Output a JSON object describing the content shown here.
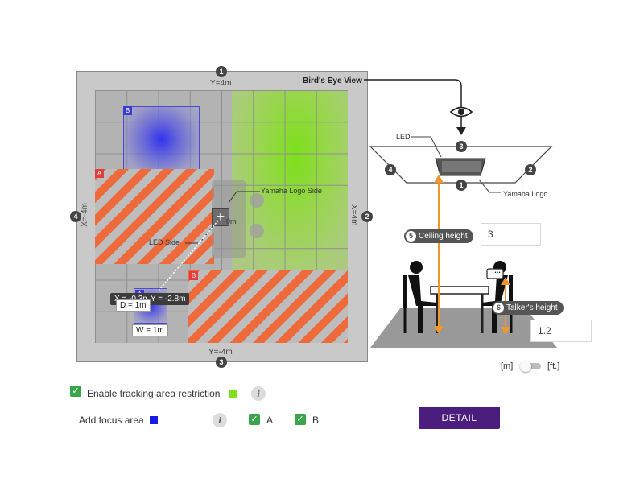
{
  "birds_eye": {
    "title": "Bird's Eye View",
    "top_dim": "Y=4m",
    "bottom_dim": "Y=-4m",
    "left_dim": "X=-4m",
    "right_dim": "X=4m",
    "badges": {
      "top": "1",
      "right": "2",
      "bottom": "3",
      "left": "4"
    },
    "yamaha_logo_side": "Yamaha Logo Side",
    "led_side": "LED Side",
    "device_distance": "0m",
    "areas": {
      "restriction_a_tag": "A",
      "restriction_b_tag": "B",
      "focus_b_tag": "B",
      "focus_a_tag": "A"
    },
    "tooltip": {
      "x": "X = -0.3m",
      "y": "Y = -2.8m",
      "d": "D = 1m",
      "w": "W = 1m"
    }
  },
  "side_view": {
    "led_label": "LED",
    "yamaha_logo_label": "Yamaha Logo",
    "badges": {
      "led": "3",
      "left": "4",
      "right": "2",
      "bottom": "1"
    },
    "ceiling_height": {
      "num": "5",
      "label": "Ceiling height",
      "value": "3"
    },
    "talkers_height": {
      "num": "6",
      "label": "Talker's height",
      "value": "1.2"
    },
    "bubble": "..."
  },
  "units": {
    "left": "[m]",
    "right": "[ft.]",
    "selected": "m"
  },
  "controls": {
    "enable_tracking": {
      "label": "Enable tracking area restriction",
      "checked": true
    },
    "add_focus": {
      "label": "Add focus area"
    },
    "focus_a": {
      "label": "A",
      "checked": true
    },
    "focus_b": {
      "label": "B",
      "checked": true
    },
    "info_icon": "i",
    "detail_button": "DETAIL"
  },
  "colors": {
    "tracking_swatch": "#7ee01a",
    "focus_swatch": "#1a1ae6",
    "restriction_stripe": "#ee6a3a",
    "height_line": "#f0962c",
    "detail_button": "#4b1e7e",
    "checkbox": "#3aa54a"
  }
}
